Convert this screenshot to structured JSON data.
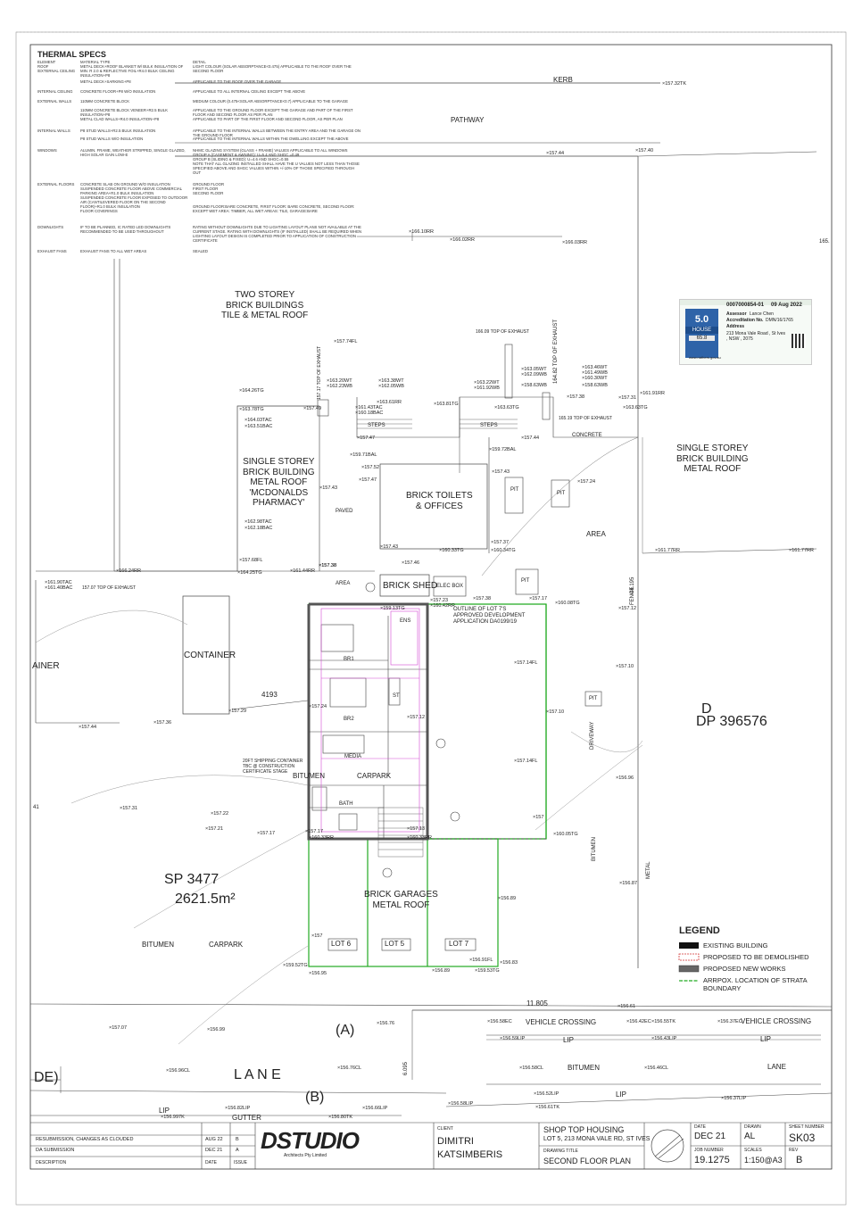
{
  "thermal_specs": {
    "title": "THERMAL SPECS",
    "rows": [
      {
        "element": "ELEMENT\nROOF\n/EXTERNAL CEILING",
        "material": "MATERIAL TYPE\nMETAL DECK+ROOF BLANKET W/ BULK INSULATION OF MIN. R 2.0 & REFLECTIVE FOIL+R4.0 BULK CEILING INSULATION+P8",
        "detail": "DETAIL\nLIGHT COLOUR (SOLAR ABSORPTANCE<0.475) APPLICABLE TO THE ROOF OVER THE SECOND FLOOR"
      },
      {
        "element": "",
        "material": "METAL DECK+SARKING+P8",
        "detail": "APPLICABLE TO THE ROOF OVER THE GARAGE"
      },
      {
        "element": "INTERNAL CEILING",
        "material": "CONCRETE FLOOR+P8 W/O INSULATION",
        "detail": "APPLICABLE TO ALL INTERNAL CEILING EXCEPT THE ABOVE"
      },
      {
        "element": "EXTERNAL WALLS",
        "material": "110MM CONCRETE BLOCK",
        "detail": "MEDIUM COLOUR (0.475<SOLAR ABSORPTANCE<0.7) APPLICABLE TO THE GARAGE"
      },
      {
        "element": "",
        "material": "110MM CONCRETE BLOCK VENEER+R2.5 BULK INSULATION+P8\nMETAL CLAD WALLS+R4.0 INSULATION+P8",
        "detail": "APPLICABLE TO THE GROUND FLOOR EXCEPT THE GARAGE AND PART OF THE FIRST FLOOR AND SECOND FLOOR AS PER PLAN\nAPPLICABLE TO PART OF THE FIRST FLOOR AND SECOND FLOOR, AS PER PLAN"
      },
      {
        "element": "INTERNAL WALLS",
        "material": "P8 STUD WALLS+R2.5 BULK INSULATION",
        "detail": "APPLICABLE TO THE INTERNAL WALLS BETWEEN THE ENTRY AREA AND THE GARAGE ON THE GROUND FLOOR"
      },
      {
        "element": "",
        "material": "P8 STUD WALLS W/O INSULATION",
        "detail": "APPLICABLE TO THE INTERNAL WALLS WITHIN THE DWELLING EXCEPT THE ABOVE"
      },
      {
        "element": "WINDOWS",
        "material": "ALUMIN. FRAME, WEATHER STRIPPED, SINGLE GLAZED, HIGH SOLAR GAIN LOW-E",
        "detail": "NHMC GLAZING SYSTEM (GLASS + FRAME) VALUES APPLICABLE TO ALL WINDOWS\nGROUP A (CASEMENT & AWNING): U=5.4 AND SHGC =0.49\nGROUP B (SLIDING & FIXED): U=4.6 AND SHGC=0.55\nNOTE THAT ALL GLAZING INSTALLED SHALL HAVE THE U VALUES NOT LESS THAN THOSE SPECIFIED ABOVE AND SHGC VALUES WITHIN +/-10% OF THOSE SPECIFIED THROUGH OUT"
      },
      {
        "element": "EXTERNAL FLOORS",
        "material": "CONCRETE SLAB ON GROUND W/O INSULATION\nSUSPENDED CONCRETE FLOOR ABOVE COMMERCIAL PARKING AREA+R1.0 BULK INSULATION\nSUSPENDED CONCRETE FLOOR EXPOSED TO OUTDOOR AIR (CANTILEVERED FLOOR ON THE SECOND FLOOR)+R1.0 BULK INSULATION\nFLOOR COVERINGS",
        "detail": "GROUND FLOOR\nFIRST FLOOR\nSECOND FLOOR\n\n\nGROUND FLOOR:BARE CONCRETE, FIRST FLOOR: BARE CONCRETE, SECOND FLOOR: EXCEPT WET AREA: TIMBER, ALL WET AREAS: TILE, GARAGE:BARE"
      },
      {
        "element": "DOWNLIGHTS",
        "material": "IF TO BE PLANNED, IC RATED LED DOWNLIGHTS RECOMMENDED TO BE USED THROUGHOUT",
        "detail": "RATING WITHOUT DOWNLIGHTS DUE TO LIGHTING LAYOUT PLANS NOT AVAILABLE AT THE CURRENT STAGE. RATING WITH DOWNLIGHTS (IF INSTALLED) SHALL BE REQUIRED WHEN LIGHTING LAYOUT DESIGN IS COMPLETED PRIOR TO APPLICATION OF CONSTRUCTION CERTIFICATE"
      },
      {
        "element": "EXHAUST FANS",
        "material": "EXHAUST FANS TO ALL WET AREAS",
        "detail": "SEALED"
      }
    ]
  },
  "certificate": {
    "number": "0007000854-01",
    "date": "09 Aug 2022",
    "assessor_label": "Assessor",
    "assessor": "Lance Chen",
    "accreditation_label": "Accreditation No.",
    "accreditation": "DMN/16/1765",
    "address_label": "Address",
    "address": "213 Mona Vale Road , St Ives , NSW , 2075",
    "stars": "5.0",
    "badge": "HOUSE",
    "rating": "65.8",
    "website": "www.nathers.gov.au"
  },
  "plan_labels": {
    "kerb": "KERB",
    "pathway": "PATHWAY",
    "two_storey": "TWO STOREY\nBRICK BUILDINGS\nTILE & METAL ROOF",
    "single_storey_left": "SINGLE STOREY\nBRICK BUILDING\nMETAL ROOF\n'MCDONALDS\nPHARMACY'",
    "single_storey_right": "SINGLE STOREY\nBRICK BUILDING\nMETAL ROOF",
    "toilets": "BRICK TOILETS\n& OFFICES",
    "paved": "PAVED",
    "area1": "AREA",
    "area2": "AREA",
    "steps1": "STEPS",
    "steps2": "STEPS",
    "concrete": "CONCRETE",
    "pit1": "PIT",
    "pit2": "PIT",
    "pit3": "PIT",
    "pit4": "PIT",
    "brick_shed": "BRICK SHED",
    "elec_box": "ELEC BOX",
    "container": "CONTAINER",
    "ainer": "AINER",
    "outline": "OUTLINE OF LOT 7'S\nAPPROVED DEVELOPMENT\nAPPLICATION DA0199/19",
    "ens": "ENS",
    "br1": "BR1",
    "br2": "BR2",
    "st": "ST",
    "media": "MEDIA",
    "bath": "BATH",
    "carpark1": "CARPARK",
    "carpark2": "CARPARK",
    "bitumen1": "BITUMEN",
    "bitumen2": "BITUMEN",
    "bitumen3": "BITUMEN",
    "bitumen_v": "BITUMEN",
    "driveway": "DRIVEWAY",
    "metal": "METAL",
    "fence": "FENCE",
    "container_note": "20FT SHIPPING CONTAINER\nTBC @ CONSTRUCTION\nCERTIFICATE STAGE",
    "d_lot": "D",
    "dp": "DP 396576",
    "sp": "SP 3477",
    "sp_area": "2621.5m²",
    "garages": "BRICK GARAGES\nMETAL ROOF",
    "lot6": "LOT 6",
    "lot5": "LOT 5",
    "lot7": "LOT 7",
    "a_marker": "(A)",
    "b_marker": "(B)",
    "lane": "L A N E",
    "lane_de": "DE)",
    "vehicle_crossing1": "VEHICLE    CROSSING",
    "vehicle_crossing2": "VEHICLE    CROSSING",
    "lip1": "LIP",
    "lip2": "LIP",
    "lip3": "LIP",
    "lip4": "LIP",
    "gutter": "GUTTER",
    "lane_right": "LANE",
    "dim_11805": "11.805",
    "dim_4193": "4193",
    "dim_6095": "6.095",
    "dim_44195": "44.195",
    "dim_165": "165.",
    "dim_41": "41",
    "top_exhaust1": "157.07 TOP OF EXHAUST",
    "top_exhaust2": "166.09 TOP OF EXHAUST",
    "top_exhaust3": "164.82 TOP OF EXHAUST",
    "top_exhaust4": "165.19 TOP OF EXHAUST",
    "top_exhaust5": "157.17 TOP OF EXHAUST"
  },
  "levels": [
    "157.32TK",
    "157.44",
    "157.40",
    "166.10RR",
    "166.02RR",
    "166.03RR",
    "157.74FL",
    "164.26TG",
    "163.78TG",
    "157.49",
    "164.03TAC",
    "163.51BAC",
    "163.20WT",
    "162.23WB",
    "163.38WT",
    "162.05WB",
    "161.43TAC",
    "160.18BAC",
    "163.61RR",
    "163.81TG",
    "163.22WT",
    "161.92WB",
    "163.05WT",
    "162.09WB",
    "158.63WB",
    "163.46WT",
    "161.49WB",
    "160.30WT",
    "158.63WB",
    "157.31",
    "161.91RR",
    "157.38",
    "163.63TG",
    "163.63TG",
    "157.47",
    "157.44",
    "159.71BAL",
    "159.72BAL",
    "157.52",
    "157.43",
    "157.47",
    "157.43",
    "157.38",
    "157.24",
    "162.98TAC",
    "162.18BAC",
    "157.68FL",
    "157.43",
    "160.33TG",
    "157.37",
    "160.34TG",
    "161.77RR",
    "161.77RR",
    "166.24RR",
    "161.90TAC",
    "161.40BAC",
    "164.25TG",
    "161.44RR",
    "157.38",
    "157.46",
    "157.38",
    "157.23",
    "159.13TG",
    "160.42RR",
    "157.17",
    "160.08TG",
    "157.12",
    "157.14FL",
    "157.10",
    "157.10",
    "157.24",
    "157.12",
    "157.29",
    "157.44",
    "157.36",
    "157.14FL",
    "156.96",
    "157.31",
    "157.22",
    "157.21",
    "157.17",
    "157.17",
    "160.33RR",
    "157.13",
    "160.33RR",
    "157",
    "160.05TG",
    "156.87",
    "156.89",
    "157",
    "159.52TG",
    "156.95",
    "156.89",
    "159.53TG",
    "156.91FL",
    "156.83",
    "156.61",
    "156.58EC",
    "156.42EC",
    "156.55TK",
    "156.37EC",
    "156.59LIP",
    "156.43LIP",
    "156.76",
    "157.07",
    "156.99",
    "156.58CL",
    "156.46CL",
    "156.96CL",
    "156.76CL",
    "156.52LIP",
    "156.37LIP",
    "156.61TK",
    "156.58LIP",
    "156.82LIP",
    "156.66LIP",
    "156.80TK",
    "156.997K"
  ],
  "legend": {
    "title": "LEGEND",
    "items": [
      {
        "label": "EXISTING BUILDING",
        "style": "existing",
        "color": "#111111"
      },
      {
        "label": "PROPOSED TO BE DEMOLISHED",
        "style": "demolish",
        "color": "#d33333"
      },
      {
        "label": "PROPOSED NEW WORKS",
        "style": "new",
        "color": "#666666"
      },
      {
        "label": "ARRPOX. LOCATION OF STRATA\nBOUNDARY",
        "style": "strata",
        "color": "#22aa22"
      }
    ]
  },
  "revisions": [
    {
      "description": "RESUBMISSION, CHANGES AS CLOUDED",
      "date": "AUG 22",
      "issue": "B"
    },
    {
      "description": "DA SUBMISSION",
      "date": "DEC 21",
      "issue": "A"
    }
  ],
  "revision_headers": {
    "description": "DESCRIPTION",
    "date": "DATE",
    "issue": "ISSUE"
  },
  "title_block": {
    "logo": "DSTUDIO",
    "logo_sub": "Architects Pty Limited",
    "client_label": "CLIENT",
    "client": "DIMITRI\nKATSIMBERIS",
    "project": "SHOP TOP HOUSING",
    "address": "LOT 5, 213 MONA VALE RD, ST IVES",
    "drawing_title_label": "DRAWING TITLE",
    "drawing_title": "SECOND FLOOR PLAN",
    "date_label": "DATE",
    "date": "DEC 21",
    "drawn_label": "DRAWN",
    "drawn": "AL",
    "sheet_label": "SHEET NUMBER",
    "sheet": "SK03",
    "job_label": "JOB NUMBER",
    "job": "19.1275",
    "scales_label": "SCALES",
    "scales": "1:150@A3",
    "rev_label": "REV",
    "rev": "B"
  },
  "colors": {
    "strata": "#22aa22",
    "magenta": "#d24ad2",
    "line": "#444444"
  }
}
